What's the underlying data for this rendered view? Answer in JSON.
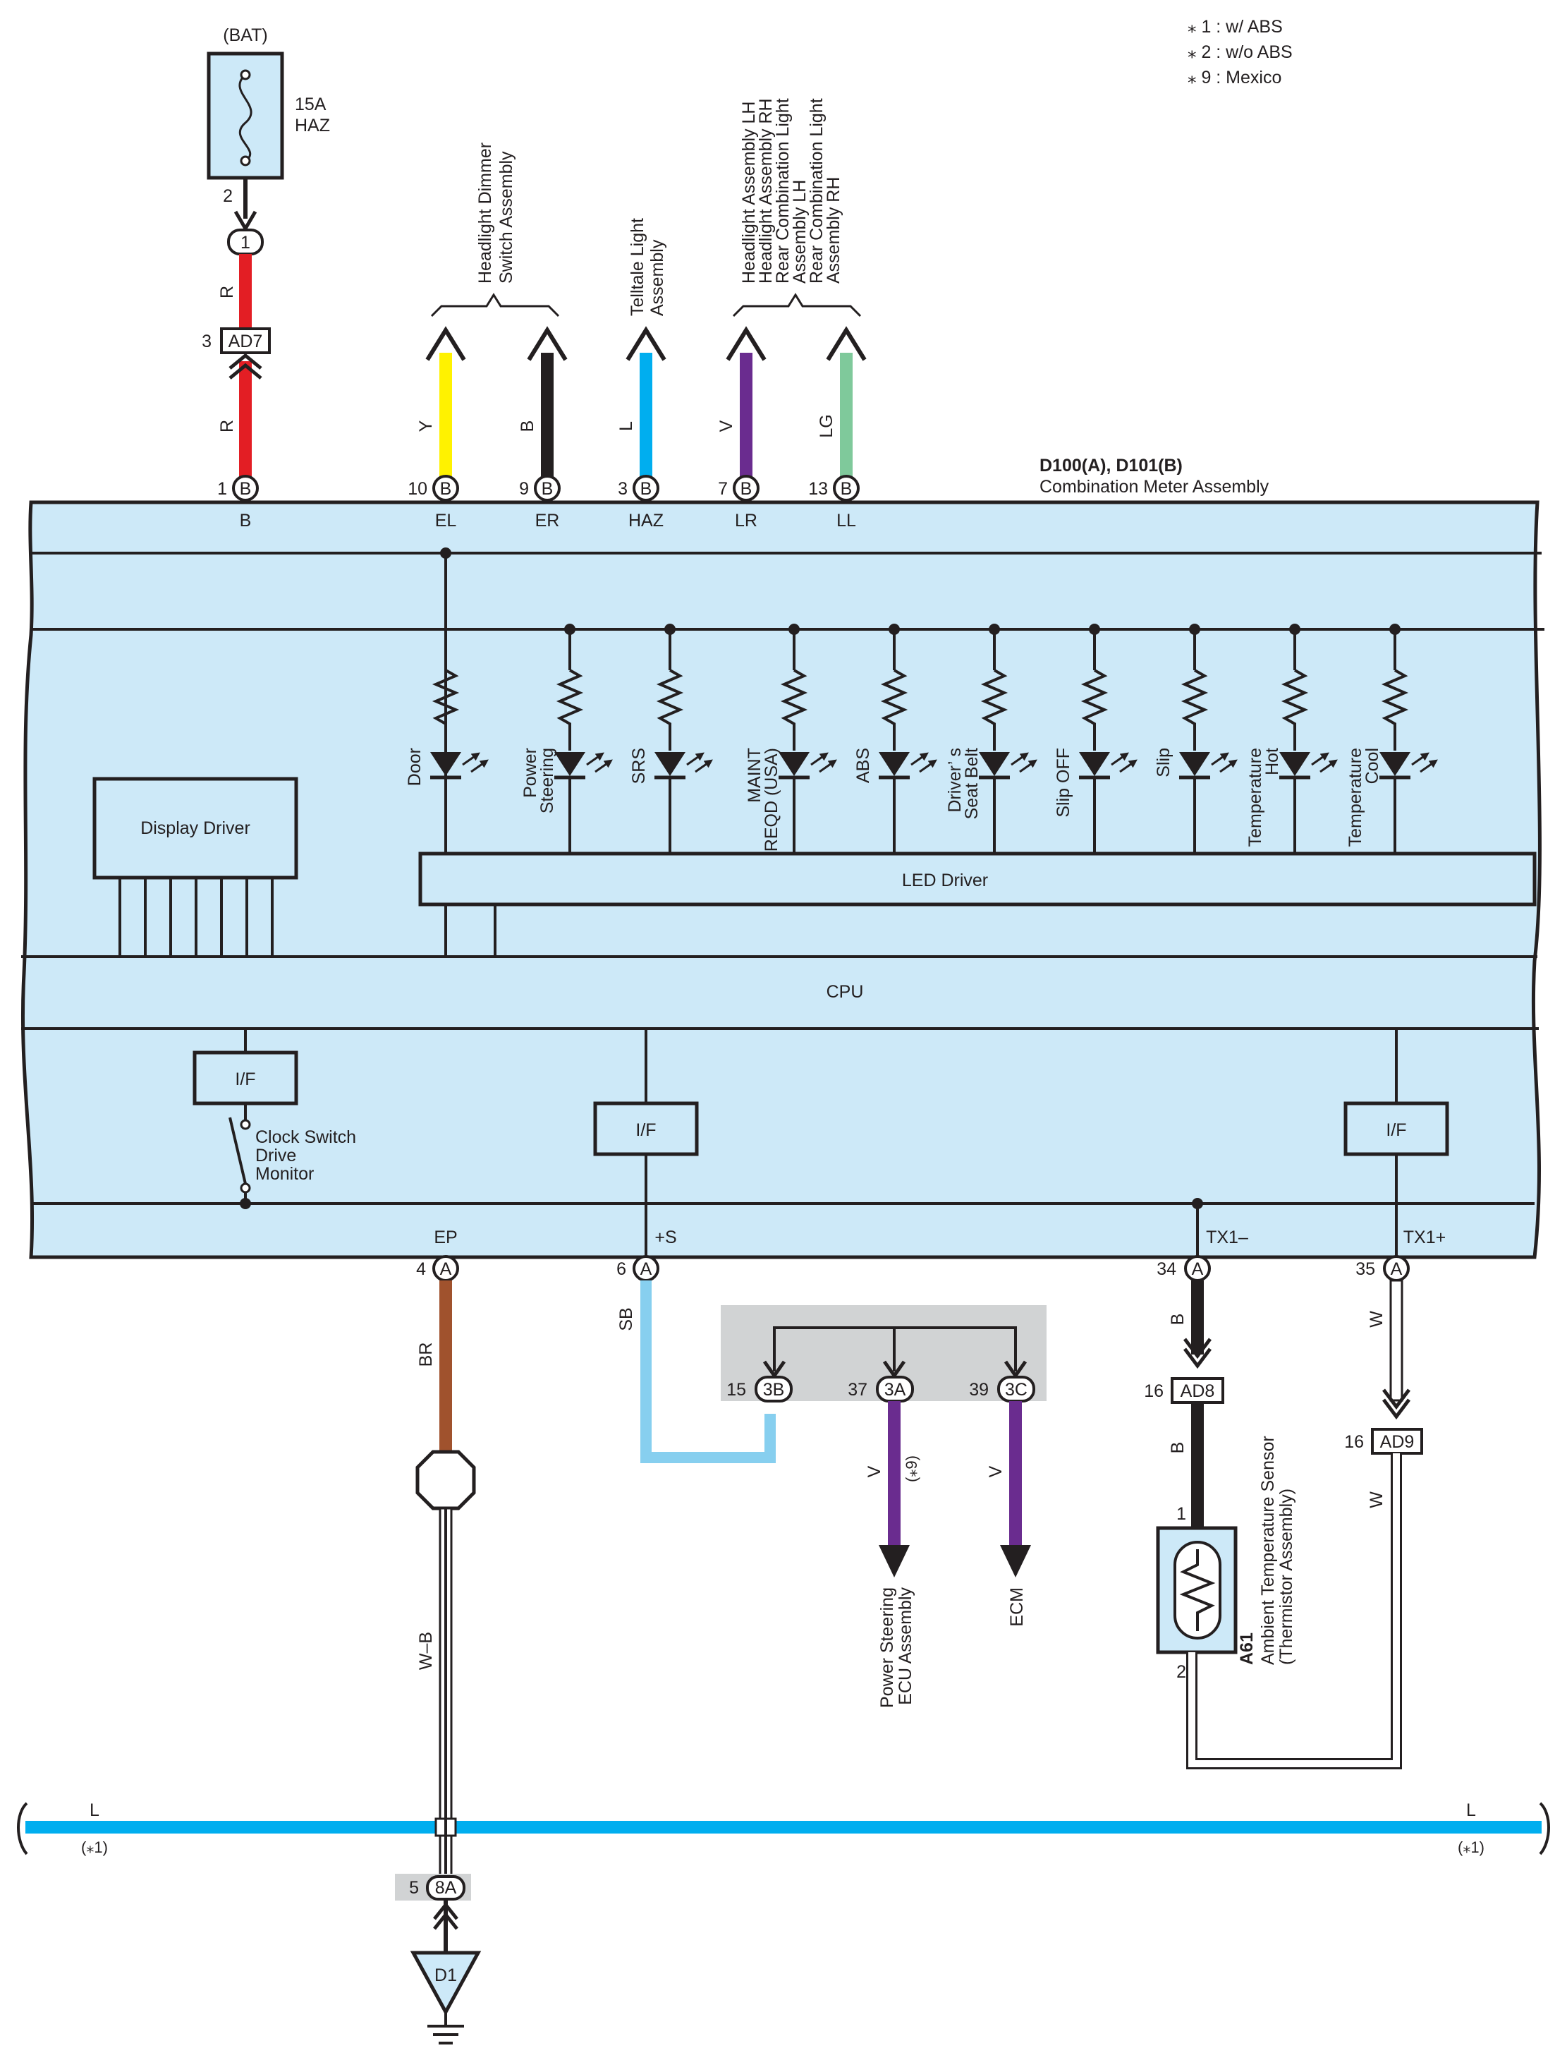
{
  "notes": [
    "⁎ 1 : w/ ABS",
    "⁎ 2 : w/o ABS",
    "⁎ 9 : Mexico"
  ],
  "colors": {
    "panel": "#cde9f8",
    "red": "#e31e24",
    "yellow": "#fff200",
    "black": "#231f20",
    "blue": "#00aeef",
    "violet": "#6a2c8f",
    "light_green": "#7fc99b",
    "brown": "#a0522d",
    "sky_blue": "#87cfef",
    "gray_box": "#d1d3d4"
  },
  "fuse": {
    "source": "(BAT)",
    "rating": "15A",
    "name": "HAZ",
    "pin": "2",
    "connector": "1"
  },
  "meter": {
    "id": "D100(A), D101(B)",
    "name": "Combination Meter Assembly"
  },
  "top_pins": [
    {
      "num": "1",
      "conn": "B",
      "sig": "B",
      "wire": "R"
    },
    {
      "num": "10",
      "conn": "B",
      "sig": "EL",
      "wire": "Y"
    },
    {
      "num": "9",
      "conn": "B",
      "sig": "ER",
      "wire": "B"
    },
    {
      "num": "3",
      "conn": "B",
      "sig": "HAZ",
      "wire": "L"
    },
    {
      "num": "7",
      "conn": "B",
      "sig": "LR",
      "wire": "V"
    },
    {
      "num": "13",
      "conn": "B",
      "sig": "LL",
      "wire": "LG"
    }
  ],
  "top_junction": {
    "pin": "3",
    "name": "AD7",
    "wire": "R"
  },
  "destinations": {
    "dimmer": [
      "Headlight Dimmer",
      "Switch Assembly"
    ],
    "telltale": [
      "Telltale Light",
      "Assembly"
    ],
    "lights": [
      "Headlight Assembly LH",
      "Headlight Assembly RH",
      "Rear Combination Light",
      "Assembly LH",
      "Rear Combination Light",
      "Assembly RH"
    ]
  },
  "leds": [
    [
      "Door"
    ],
    [
      "Power",
      "Steering"
    ],
    [
      "SRS"
    ],
    [
      "MAINT",
      "REQD (USA)"
    ],
    [
      "ABS"
    ],
    [
      "Driver’ s",
      "Seat Belt"
    ],
    [
      "Slip OFF"
    ],
    [
      "Slip"
    ],
    [
      "Temperature",
      "Hot"
    ],
    [
      "Temperature",
      "Cool"
    ]
  ],
  "blocks": {
    "display_driver": "Display Driver",
    "led_driver": "LED Driver",
    "cpu": "CPU",
    "if": "I/F"
  },
  "clock_switch": [
    "Clock Switch",
    "Drive",
    "Monitor"
  ],
  "bottom_pins": [
    {
      "num": "4",
      "conn": "A",
      "sig": "EP",
      "wire": "BR"
    },
    {
      "num": "6",
      "conn": "A",
      "sig": "+S",
      "wire": "SB"
    },
    {
      "num": "34",
      "conn": "A",
      "sig": "TX1–",
      "wire": "B"
    },
    {
      "num": "35",
      "conn": "A",
      "sig": "TX1+",
      "wire": "W"
    }
  ],
  "junction_group": [
    {
      "pin": "15",
      "name": "3B"
    },
    {
      "pin": "37",
      "name": "3A"
    },
    {
      "pin": "39",
      "name": "3C"
    }
  ],
  "ps_wire": {
    "color": "V",
    "note": "(⁎9)"
  },
  "ecm_wire": "V",
  "ps_ecu": [
    "Power Steering",
    "ECU Assembly"
  ],
  "ecm": "ECM",
  "ad8": {
    "pin": "16",
    "name": "AD8",
    "wire": "B"
  },
  "ad9": {
    "pin": "16",
    "name": "AD9",
    "wire": "W"
  },
  "sensor": {
    "id": "A61",
    "name": [
      "Ambient Temperature Sensor",
      "(Thermistor Assembly)"
    ],
    "pin1": "1",
    "pin2": "2"
  },
  "ep_wire_lower": "W–B",
  "bus": {
    "wire": "L",
    "note": "(⁎1)"
  },
  "ground": {
    "pin": "5",
    "conn": "8A",
    "name": "D1"
  }
}
